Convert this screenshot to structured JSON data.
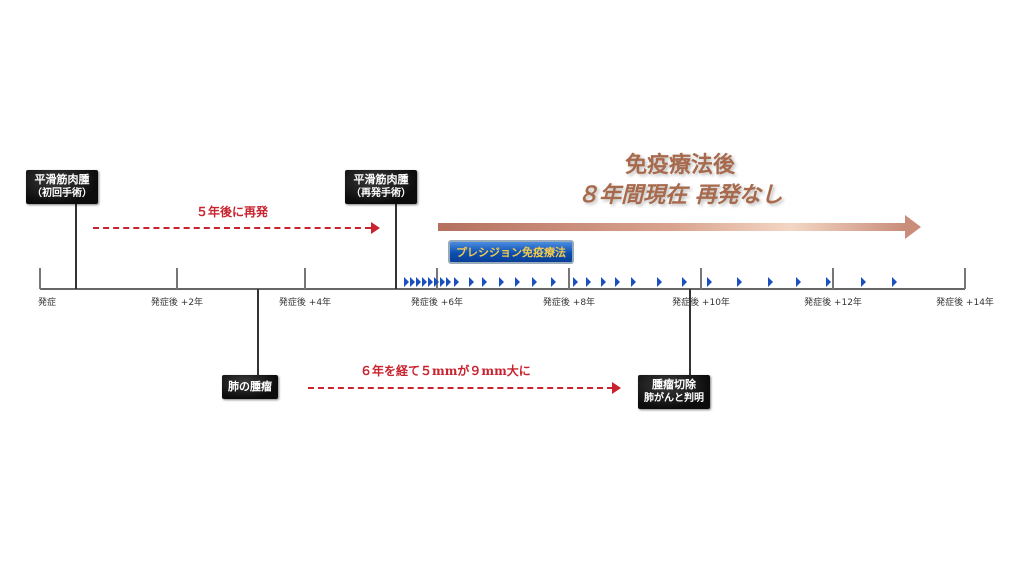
{
  "axis_labels": [
    "発症",
    "発症後 +2年",
    "発症後 +4年",
    "発症後 +6年",
    "発症後 +8年",
    "発症後 +10年",
    "発症後 +12年",
    "発症後 +14年"
  ],
  "events": {
    "initial_surgery": {
      "title": "平滑筋肉腫",
      "sub": "（初回手術）"
    },
    "recurrence_surgery": {
      "title": "平滑筋肉腫",
      "sub": "（再発手術）"
    },
    "lung_tumor": {
      "title": "肺の腫瘤"
    },
    "resection": {
      "title": "腫瘤切除",
      "sub": "肺がんと判明"
    }
  },
  "annotations": {
    "recurrence_after": "５年後に再発",
    "growth": "６年を経て５mmが９mm大に"
  },
  "headline": {
    "line1": "免疫療法後",
    "line2": "８年間現在 再発なし"
  },
  "therapy_badge": "プレシジョン免疫療法",
  "colors": {
    "accent_red": "#c8232f",
    "dose_marker": "#1a4fc0",
    "headline": "#a86a4c"
  }
}
